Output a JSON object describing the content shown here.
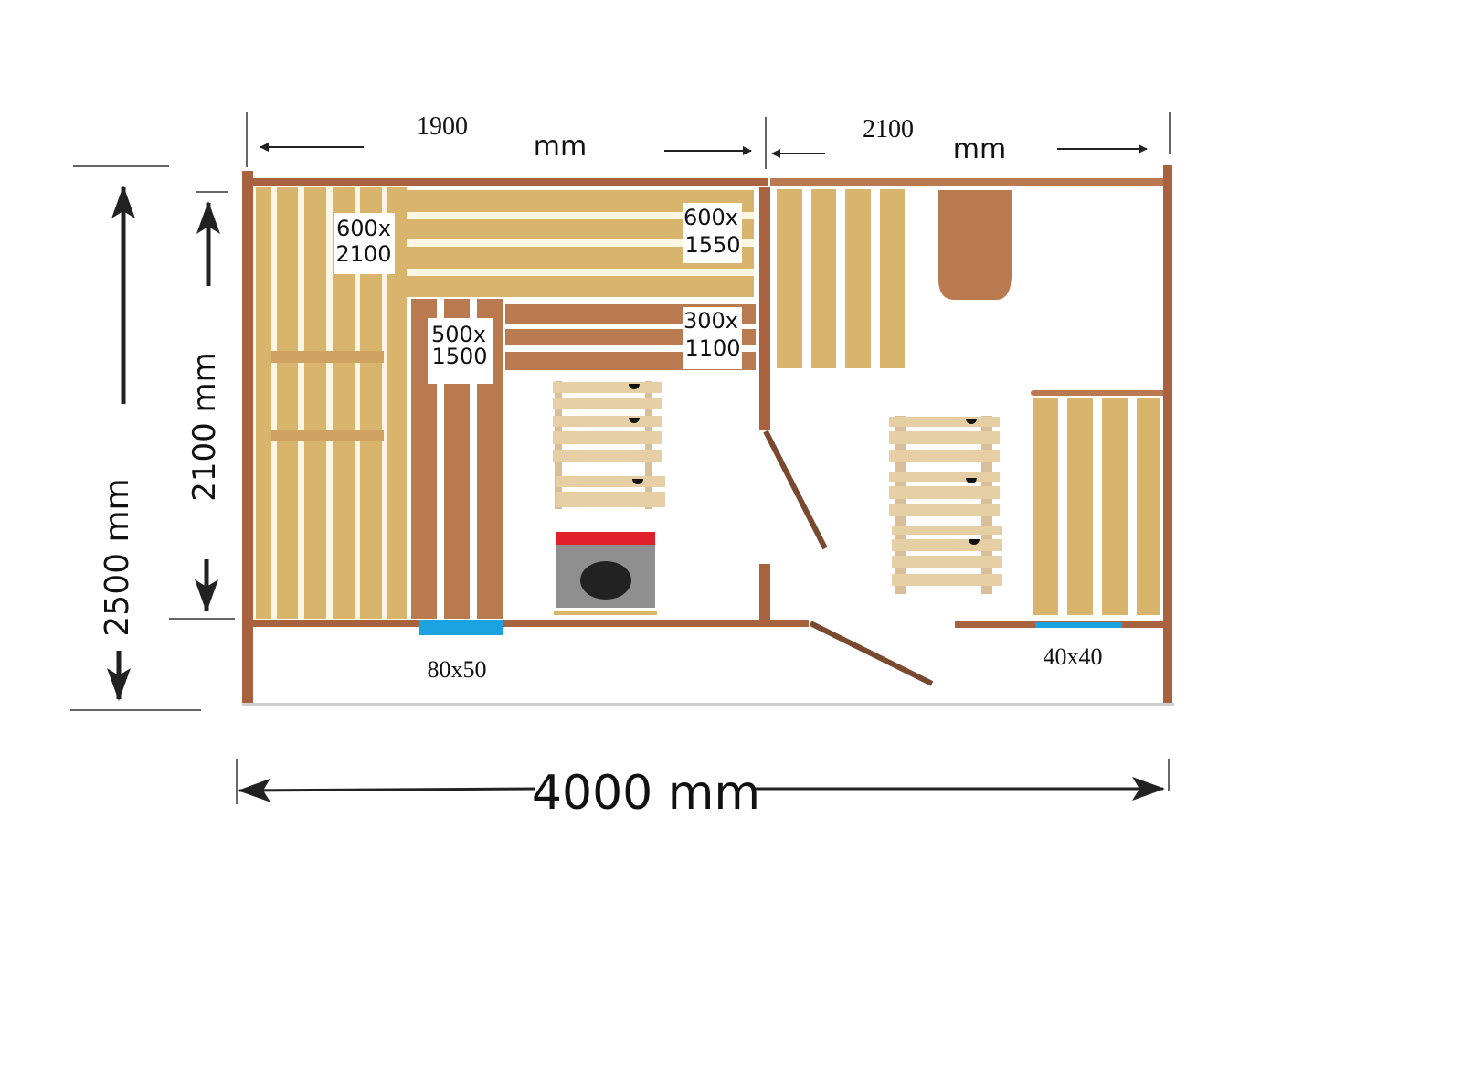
{
  "title": "Sauna floor plan",
  "dimensions": {
    "top_left_value": "1900",
    "top_left_unit": "mm",
    "top_right_value": "2100",
    "top_right_unit": "mm",
    "total_width": "4000 mm",
    "total_depth": "2500 mm",
    "inner_depth": "2100 mm"
  },
  "benches": [
    {
      "line1": "600x",
      "line2": "2100"
    },
    {
      "line1": "600x",
      "line2": "1550"
    },
    {
      "line1": "500x",
      "line2": "1500"
    },
    {
      "line1": "300x",
      "line2": "1100"
    }
  ],
  "vents": {
    "left": "80x50",
    "right": "40x40"
  },
  "colors": {
    "wall": "#a8623f",
    "bench_light": "#d8b46c",
    "bench_dark": "#b97a4f",
    "bucket": "#e6cfa4",
    "vent": "#1aa3e0",
    "stove_top": "#e0202a",
    "stove_body": "#8f8f8f",
    "door": "#7a4a30"
  }
}
